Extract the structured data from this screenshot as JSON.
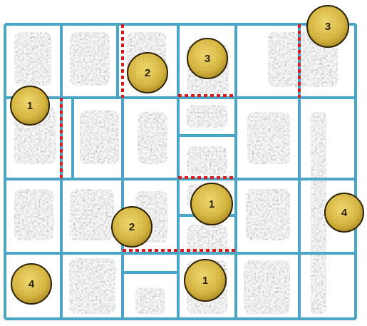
{
  "puzzle": {
    "tokens": [
      {
        "id": "t1",
        "label": "1"
      },
      {
        "id": "t2",
        "label": "2"
      },
      {
        "id": "t3",
        "label": "3"
      },
      {
        "id": "t4",
        "label": "3"
      },
      {
        "id": "t5",
        "label": "1"
      },
      {
        "id": "t6",
        "label": "4"
      },
      {
        "id": "t7",
        "label": "2"
      },
      {
        "id": "t8",
        "label": "4"
      },
      {
        "id": "t9",
        "label": "1"
      }
    ]
  },
  "colors": {
    "grid_line": "#4aa6c8",
    "barrier": "#dc1a1a",
    "token_fill": "#e0c34e",
    "token_edge": "#2a2000",
    "tile": "#a7a7a7"
  }
}
